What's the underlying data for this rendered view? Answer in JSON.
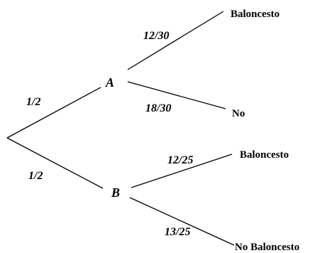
{
  "tree": {
    "nodes": {
      "a": "A",
      "b": "B"
    },
    "branches": {
      "root_to_a": "1/2",
      "root_to_b": "1/2",
      "a_upper": "12/30",
      "a_lower": "18/30",
      "b_upper": "12/25",
      "b_lower": "13/25"
    },
    "outcomes": {
      "a_upper": "Baloncesto",
      "a_lower": "No",
      "b_upper": "Baloncesto",
      "b_lower": "No Baloncesto"
    }
  }
}
